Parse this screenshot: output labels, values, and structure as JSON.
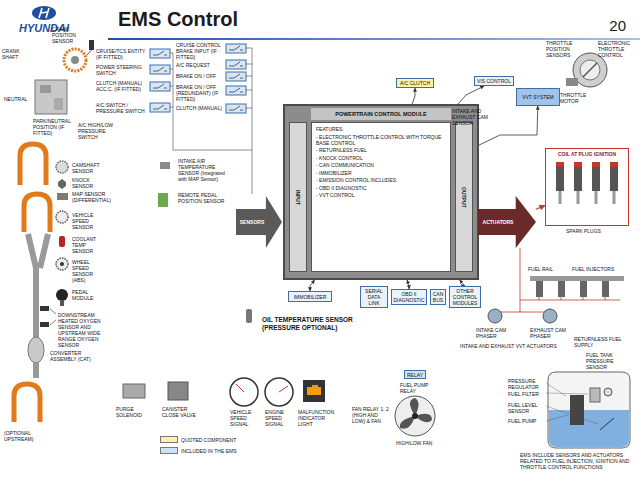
{
  "diagram": {
    "title": "EMS Control",
    "nodes": [
      {
        "text": [
          "POWERTRAIN CONTROL MODULE",
          "FEATURES:",
          "- ELECTRONIC THROTTLE CONTROL WITH TORQUE BASE CONTROL",
          "- RETURNLESS FUEL",
          "- KNOCK CONTROL",
          "- CAN COMMUNICATION",
          "- IMMOBILIZER",
          "- EMISSION CONTROL INCLUDES:",
          "- OBD II DIAGNOSTIC",
          "- VVT CONTROL"
        ]
      },
      {
        "text": [
          "INPUT"
        ],
        "in": 0
      },
      {
        "text": [
          "OUTPUT"
        ],
        "in": 0
      },
      {
        "text": [
          "SENSORS"
        ]
      },
      {
        "text": [
          "ACTUATORS"
        ]
      },
      {
        "text": [
          "IMMOBILIZER"
        ]
      },
      {
        "text": [
          "SERIAL DATA LINK"
        ]
      },
      {
        "text": [
          "OBD II DIAGNOSTIC"
        ]
      },
      {
        "text": [
          "CAN BUS"
        ]
      },
      {
        "text": [
          "OTHER CONTROL MODULES"
        ]
      },
      {
        "text": [
          "A/C CLUTCH"
        ]
      },
      {
        "text": [
          "VIS CONTROL"
        ]
      },
      {
        "text": [
          "VVT SYSTEM"
        ]
      },
      {
        "text": [
          "RELAY"
        ]
      },
      {
        "text": [
          "COIL AT PLUG IGNITION"
        ]
      }
    ],
    "edges": [
      {
        "from": 0,
        "to": 5,
        "arrow": "both"
      },
      {
        "from": 0,
        "to": 7,
        "arrow": "both"
      },
      {
        "from": 0,
        "to": 9,
        "arrow": "both"
      },
      {
        "from": 0,
        "to": 10,
        "arrow": "to"
      },
      {
        "from": 0,
        "to": 11,
        "arrow": "to"
      },
      {
        "from": 0,
        "to": 12,
        "arrow": "to"
      },
      {
        "from": 4,
        "to": 14,
        "arrow": "to"
      }
    ],
    "labels": [
      "HYUNDAI",
      "20",
      "CRANK SHAFT",
      "CRANK POSITION SENSOR",
      "NEUTRAL",
      "PARK/NEUTRAL POSITION (IF FITTED)",
      "A/C HIGH/LOW PRESSURE SWITCH",
      "CRUISE/TCS ENTITY (IF FITTED)",
      "POWER STEERING SWITCH",
      "CLUTCH (MANUAL) ACC.C. (IF FITTED)",
      "A/C SWITCH / PRESSURE SWITCH",
      "CRUISE CONTROL BRAKE INPUT (IF FITTED)",
      "A/C REQUEST",
      "BRAKE ON / OFF",
      "BRAKE ON / OFF (REDUNDANT) (IF FITTED)",
      "CLUTCH (MANUAL)",
      "CAMSHAFT SENSOR",
      "KNOCK SENSOR",
      "MAP SENSOR (DIFFERENTIAL)",
      "INTAKE AIR TEMPERATURE SENSOR (Integrated with MAP Sensor)",
      "REMOTE PEDAL POSITION SENSOR",
      "VEHICLE SPEED SENSOR",
      "COOLANT TEMP SENSOR",
      "WHEEL SPEED SENSOR (ABS)",
      "PEDAL MODULE",
      "DOWNSTREAM HEATED OXYGEN SENSOR AND UPSTREAM WIDE RANGE OXYGEN SENSOR",
      "CONVERTER ASSEMBLY (CAT)",
      "(OPTIONAL UPSTREAM)",
      "OIL TEMPERATURE SENSOR (PRESSURE OPTIONAL)",
      "INTAKE AND EXHAUST CAM SENSOR",
      "THROTTLE POSITION SENSORS",
      "ELECTRONIC THROTTLE CONTROL",
      "THROTTLE MOTOR",
      "SPARK PLUGS",
      "FUEL RAIL",
      "FUEL INJECTORS",
      "INTAKE CAM PHASER",
      "EXHAUST CAM PHASER",
      "INTAKE AND EXHAUST VVT ACTUATORS",
      "RETURNLESS FUEL SUPPLY",
      "FUEL TANK PRESSURE SENSOR",
      "PRESSURE REGULATOR",
      "FUEL FILTER",
      "FUEL LEVEL SENSOR",
      "FUEL PUMP",
      "FUEL PUMP RELAY",
      "FAN RELAY 1, 2 (HIGH AND LOW) & FAN",
      "HIGH/LOW FAN",
      "PURGE SOLENOID",
      "CANISTER CLOSE VALVE",
      "VEHICLE SPEED SIGNAL",
      "ENGINE SPEED SIGNAL",
      "MALFUNCTION INDICATOR LIGHT",
      "EMS INCLUDE SENSORS AND ACTUATORS RELATED TO FUEL INJECTION, IGNITION AND THROTTLE CONTROL FUNCTIONS"
    ],
    "legend": [
      {
        "text": "QUOTED COMPONENT",
        "color": "#fff3a0"
      },
      {
        "text": "INCLUDED IN THE EMS",
        "color": "#cfe3f7"
      }
    ]
  }
}
